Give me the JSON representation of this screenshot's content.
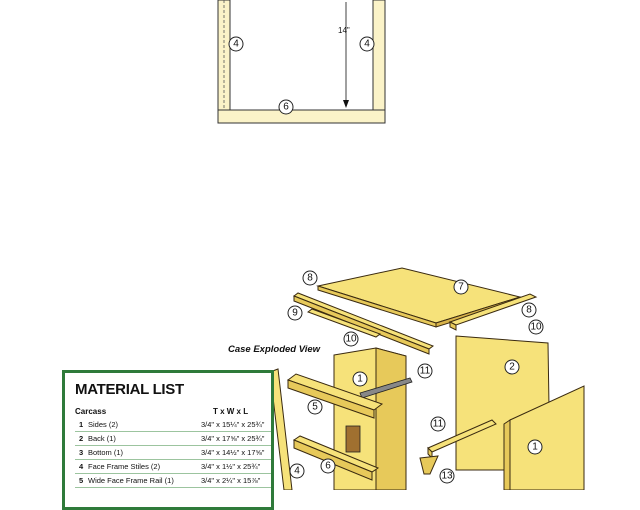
{
  "caption": "Case Exploded View",
  "dimension_label": "14\"",
  "top_view_callouts": [
    "4",
    "4",
    "6"
  ],
  "exploded_callouts": [
    "8",
    "7",
    "9",
    "8",
    "10",
    "10",
    "11",
    "1",
    "2",
    "5",
    "11",
    "1",
    "6",
    "4",
    "13"
  ],
  "material_list": {
    "title": "MATERIAL LIST",
    "section": "Carcass",
    "dims_header": "T x W x L",
    "rows": [
      {
        "num": "1",
        "name": "Sides (2)",
        "dims": "3/4\" x 15¼\" x 25¾\""
      },
      {
        "num": "2",
        "name": "Back (1)",
        "dims": "3/4\" x 17⅝\" x 25¾\""
      },
      {
        "num": "3",
        "name": "Bottom (1)",
        "dims": "3/4\" x 14½\" x 17⅝\""
      },
      {
        "num": "4",
        "name": "Face Frame Stiles (2)",
        "dims": "3/4\" x 1½\" x 25¾\""
      },
      {
        "num": "5",
        "name": "Wide Face Frame Rail (1)",
        "dims": "3/4\" x 2¼\" x 15⅞\""
      }
    ]
  },
  "colors": {
    "wood": "#f6e27a",
    "wood_end": "#e7c95a",
    "frame_green": "#2f7a3a",
    "outline": "#3a2a10"
  }
}
